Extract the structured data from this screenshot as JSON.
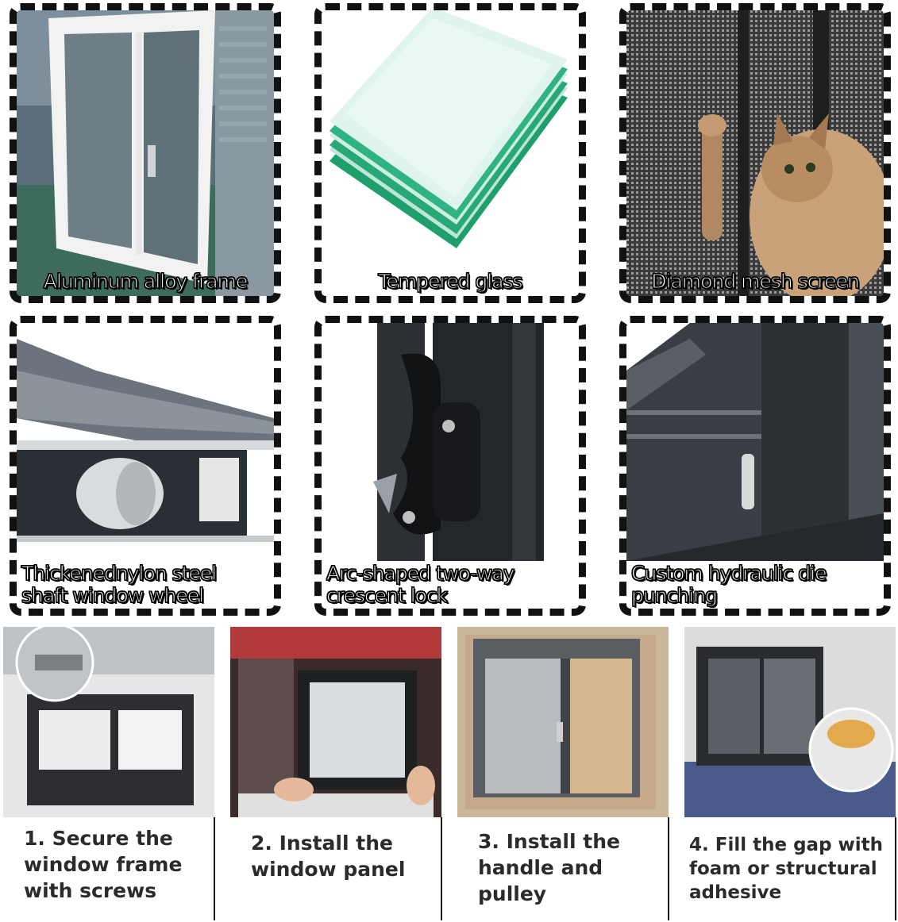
{
  "features": [
    {
      "label": "Aluminum alloy frame",
      "icon": "aluminum-frame-photo"
    },
    {
      "label": "Tempered glass",
      "icon": "tempered-glass-photo"
    },
    {
      "label": "Diamond mesh screen",
      "icon": "cat-on-mesh-screen-photo"
    },
    {
      "lines": [
        "Thickenednylon steel",
        "shaft window wheel"
      ],
      "icon": "window-wheel-photo"
    },
    {
      "lines": [
        "Arc-shaped two-way",
        "crescent lock"
      ],
      "icon": "crescent-lock-photo"
    },
    {
      "lines": [
        "Custom hydraulic die",
        "punching"
      ],
      "icon": "die-punching-photo"
    }
  ],
  "steps": [
    {
      "lines": [
        "1. Secure the",
        "window frame",
        "with screws"
      ],
      "icon": "frame-screws-photo"
    },
    {
      "lines": [
        "2. Install the",
        "window panel"
      ],
      "icon": "install-panel-photo"
    },
    {
      "lines": [
        "3. Install the",
        "handle and",
        "pulley"
      ],
      "icon": "handle-pulley-photo"
    },
    {
      "lines": [
        "4. Fill the gap with",
        "foam or structural",
        "adhesive"
      ],
      "icon": "foam-gap-photo"
    }
  ]
}
